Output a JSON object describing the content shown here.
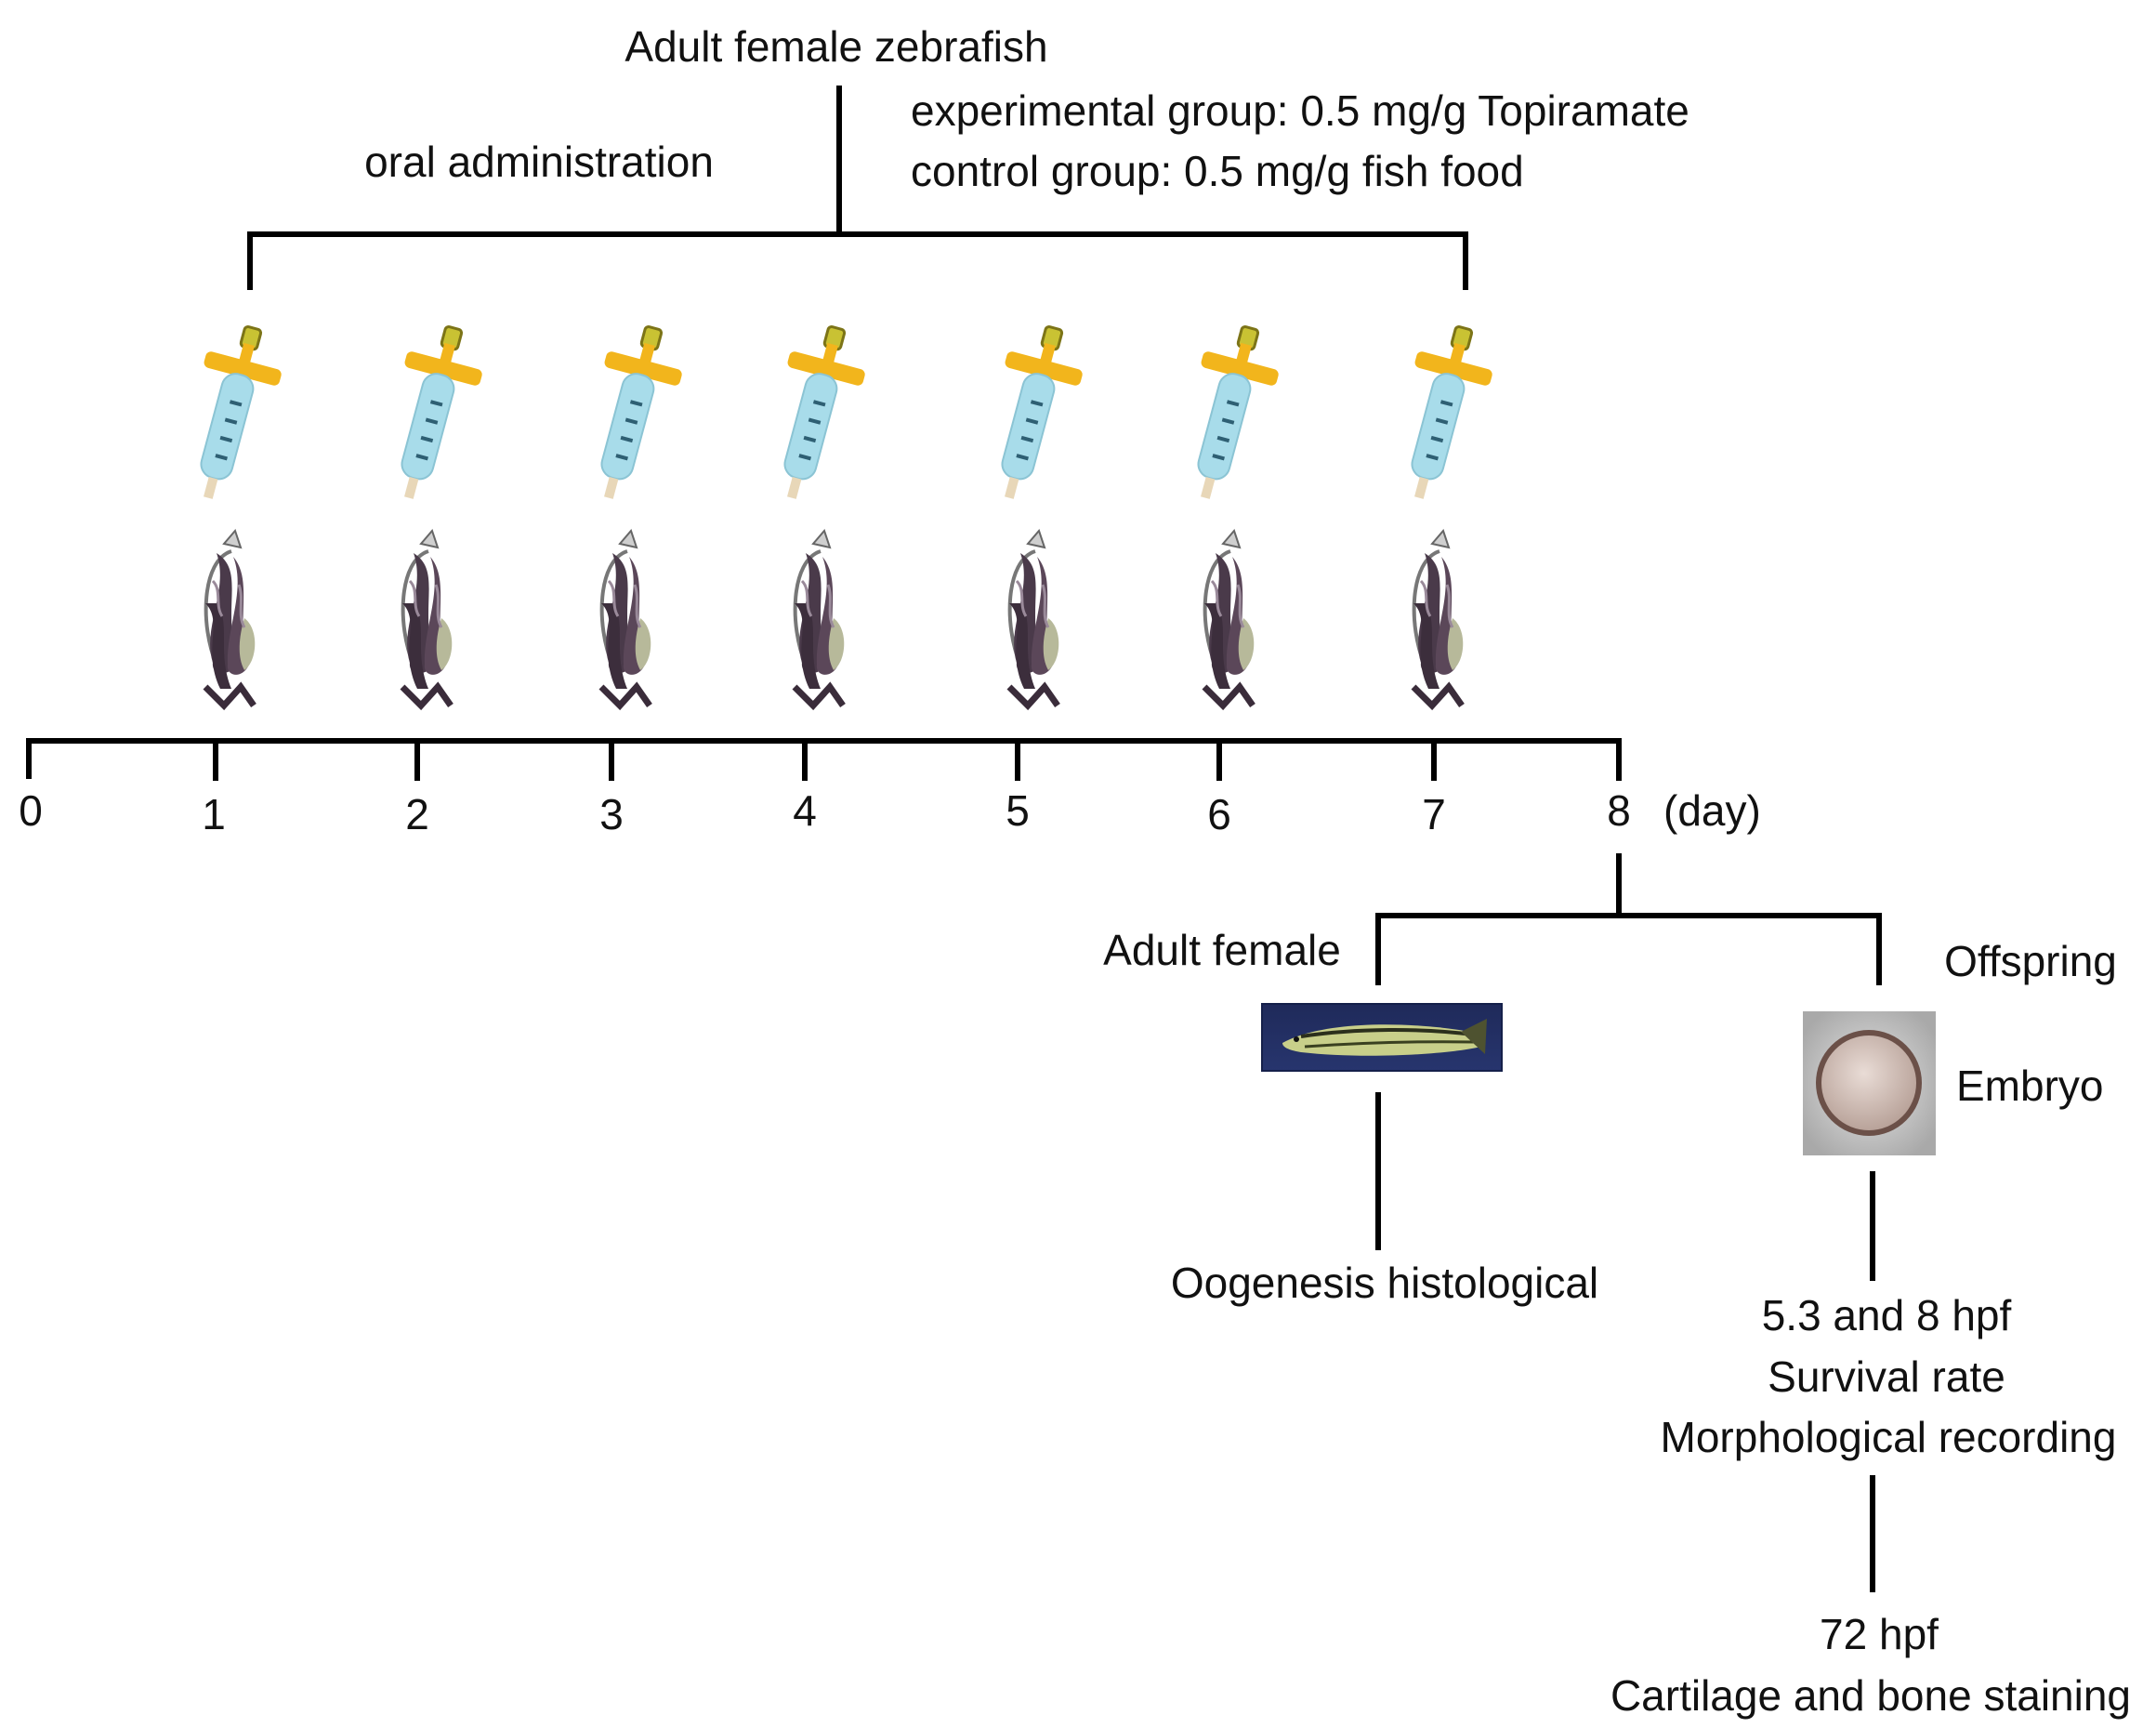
{
  "header": {
    "title": "Adult female zebrafish",
    "route_label": "oral administration",
    "groups": [
      "experimental group:  0.5 mg/g Topiramate",
      "control group:  0.5 mg/g fish food"
    ]
  },
  "dosing": {
    "syringe_icon": "syringe-icon",
    "fish_icon": "zebrafish-icon",
    "count": 7
  },
  "timeline": {
    "ticks": [
      "0",
      "1",
      "2",
      "3",
      "4",
      "5",
      "6",
      "7",
      "8"
    ],
    "unit": "(day)"
  },
  "branches": {
    "adult": {
      "label": "Adult female",
      "image_icon": "adult-zebrafish-photo",
      "result": "Oogenesis histological"
    },
    "offspring": {
      "label": "Offspring",
      "image_icon": "embryo-photo",
      "image_label": "Embryo",
      "result_1": [
        "5.3 and 8 hpf",
        "Survival rate",
        "Morphological  recording"
      ],
      "result_2": [
        "72 hpf",
        "Cartilage and bone staining"
      ]
    }
  },
  "colors": {
    "syringe_body": "#a8dcea",
    "syringe_plunger": "#f2b51c",
    "fish_body": "#4a3a4a",
    "line": "#000000"
  }
}
